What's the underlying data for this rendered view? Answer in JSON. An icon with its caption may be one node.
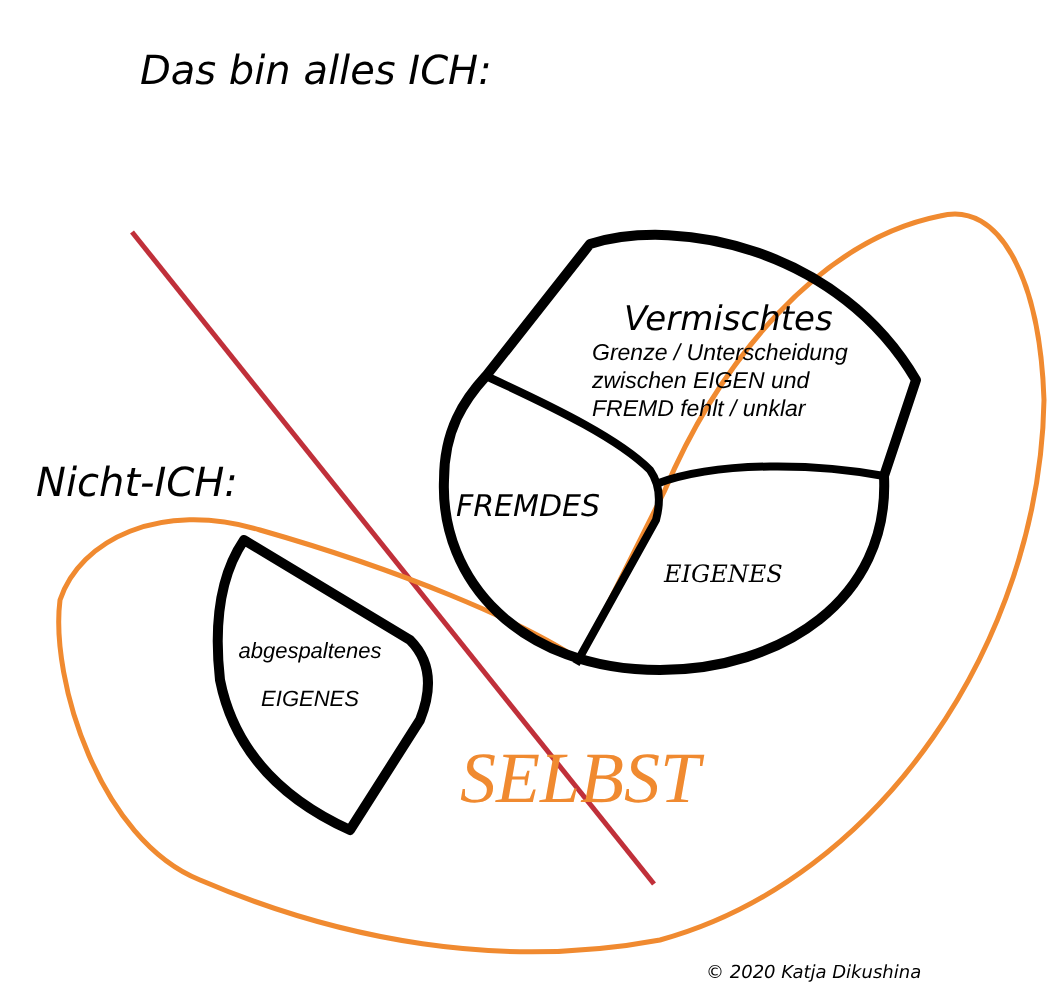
{
  "diagram": {
    "title": "Das bin alles ICH:",
    "nodes": [
      {
        "text": [],
        "shape": "circle"
      },
      {
        "text": [
          "Vermischtes",
          "Grenze / Unterscheidung zwischen EIGEN und FREMD fehlt / unklar"
        ],
        "in": 0
      },
      {
        "text": [
          "FREMDES"
        ],
        "in": 0
      },
      {
        "text": [
          "EIGENES"
        ],
        "in": 0
      },
      {
        "text": [
          "abgespaltenes EIGENES"
        ],
        "in": 5
      },
      {
        "text": [
          "SELBST"
        ]
      }
    ],
    "edges": [],
    "labels": [
      "Nicht-ICH:",
      "© 2020 Katja Dikushina"
    ]
  }
}
